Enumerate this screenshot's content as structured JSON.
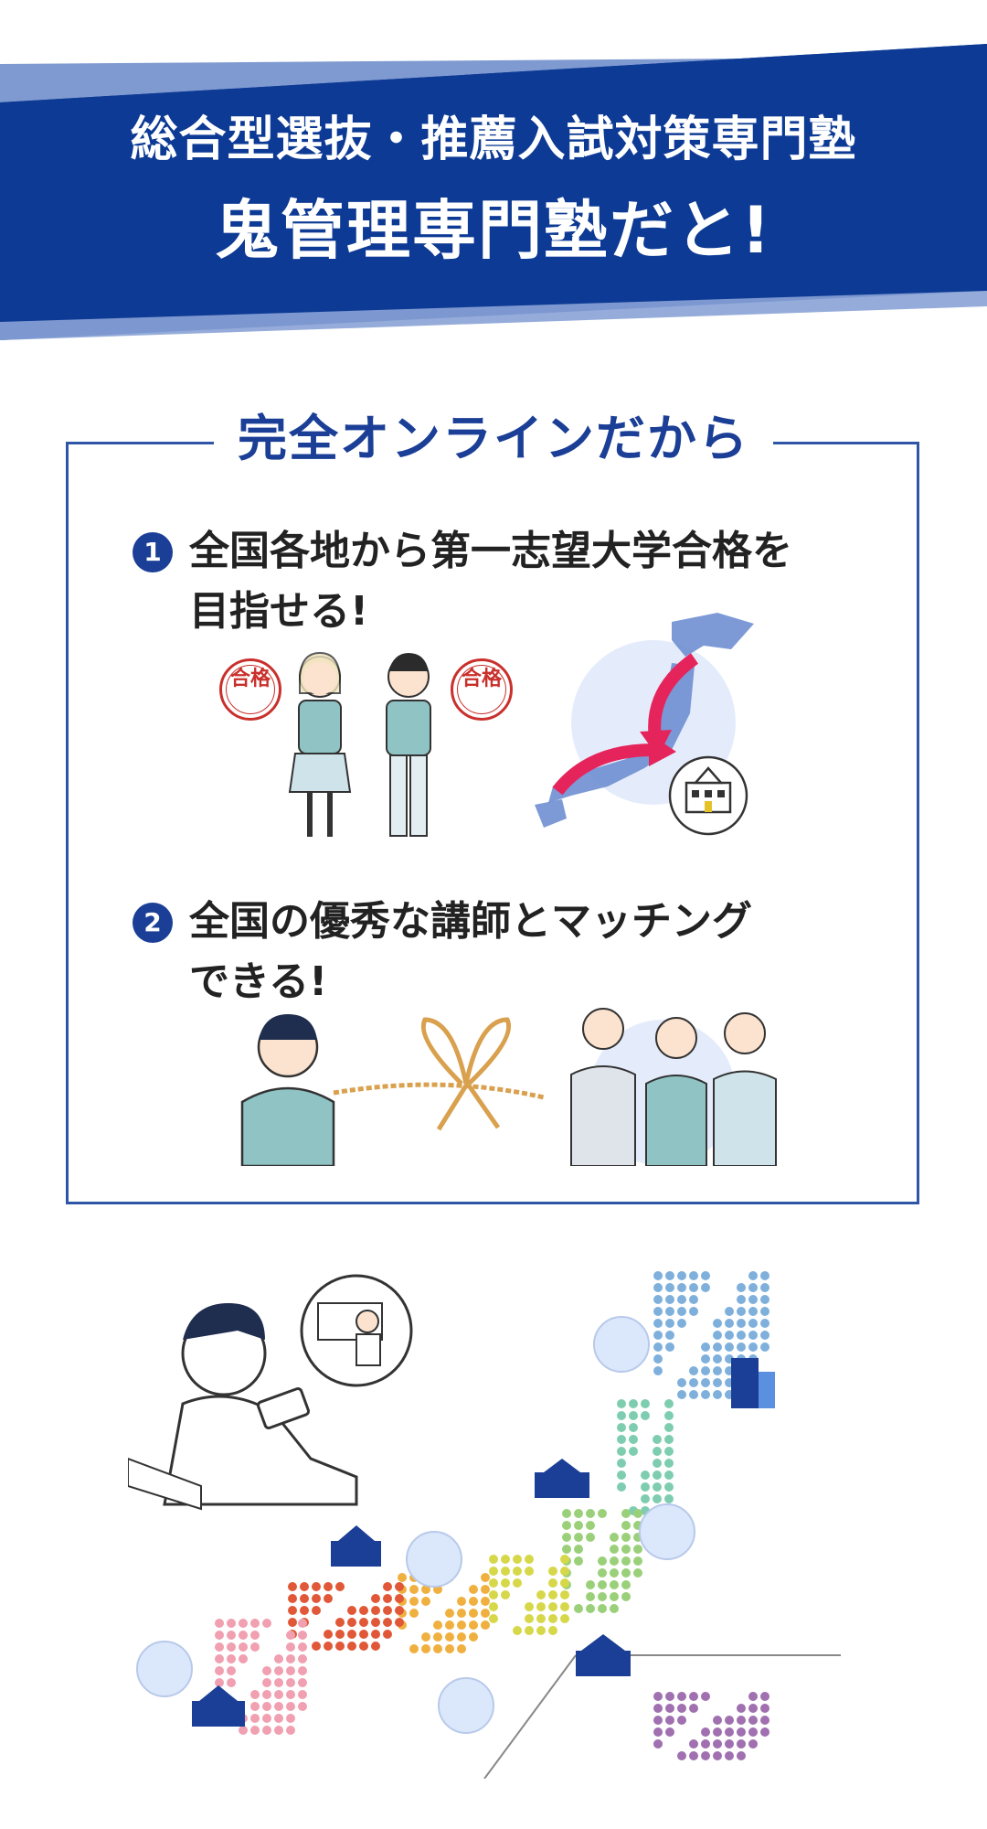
{
  "banner": {
    "line1": "総合型選抜・推薦入試対策専門塾",
    "line2": "鬼管理専門塾だと!",
    "color_primary": "#0d3a94",
    "color_light": "#7f9ad0"
  },
  "section": {
    "title": "完全オンラインだから",
    "points": [
      {
        "number": "1",
        "line1": "全国各地から第一志望大学合格を",
        "line2": "目指せる!"
      },
      {
        "number": "2",
        "line1": "全国の優秀な講師とマッチング",
        "line2": "できる!"
      }
    ],
    "stamp_text": "合格",
    "accent_color": "#1b3f96"
  },
  "icons": {
    "map": "japan-dot-map-icon",
    "school": "school-building-icon",
    "ribbon": "ribbon-knot-icon"
  }
}
